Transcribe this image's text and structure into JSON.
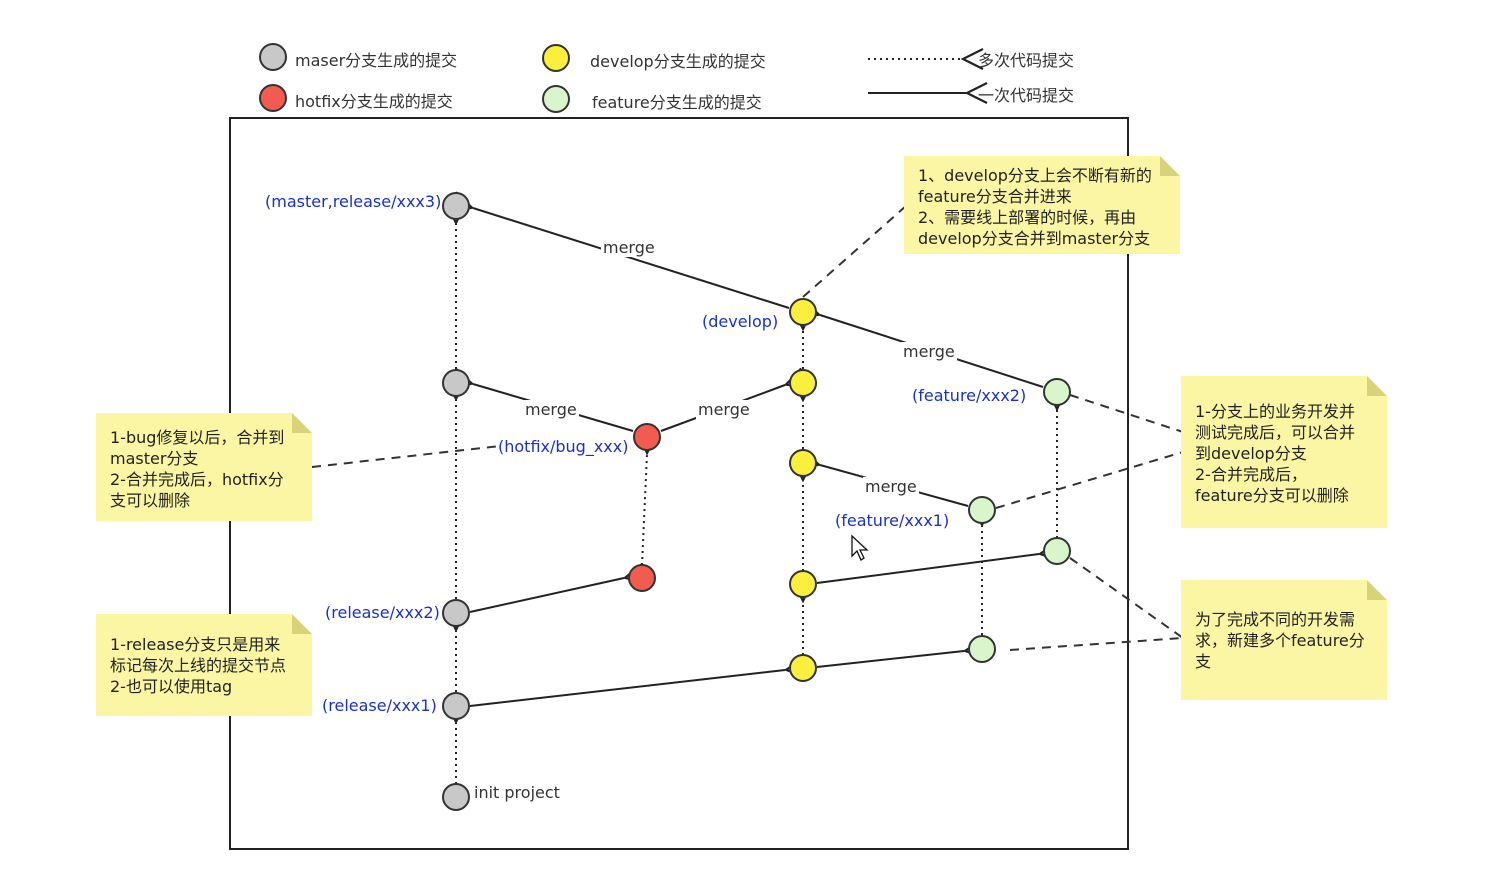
{
  "legend": {
    "master": "maser分支生成的提交",
    "hotfix": "hotfix分支生成的提交",
    "develop": "develop分支生成的提交",
    "feature": "feature分支生成的提交",
    "multi": "多次代码提交",
    "single": "一次代码提交"
  },
  "colors": {
    "master": "#c8c8c8",
    "hotfix": "#f25c50",
    "develop": "#fbef3e",
    "feature": "#d9f5cc",
    "note_bg": "#fbf6a4",
    "branch_label": "#1a2fd1"
  },
  "branch_labels": {
    "master_release3": "(master,release/xxx3)",
    "develop": "(develop)",
    "feature2": "(feature/xxx2)",
    "hotfix": "(hotfix/bug_xxx)",
    "feature1": "(feature/xxx1)",
    "release2": "(release/xxx2)",
    "release1": "(release/xxx1)",
    "init": "init project"
  },
  "merge_labels": {
    "m1": "merge",
    "m2": "merge",
    "m3": "merge",
    "m4": "merge",
    "m5": "merge"
  },
  "notes": {
    "develop": [
      "1、develop分支上会不断有新的",
      "feature分支合并进来",
      "2、需要线上部署的时候，再由",
      "develop分支合并到master分支"
    ],
    "hotfix": [
      "1-bug修复以后，合并到",
      "master分支",
      "2-合并完成后，hotfix分",
      "支可以删除"
    ],
    "release": [
      "1-release分支只是用来",
      "标记每次上线的提交节点",
      "2-也可以使用tag"
    ],
    "feature_merge": [
      "1-分支上的业务开发并",
      "测试完成后，可以合并",
      "到develop分支",
      "2-合并完成后，",
      "feature分支可以删除"
    ],
    "feature_new": [
      "为了完成不同的开发需",
      "求，新建多个feature分",
      "支"
    ]
  }
}
